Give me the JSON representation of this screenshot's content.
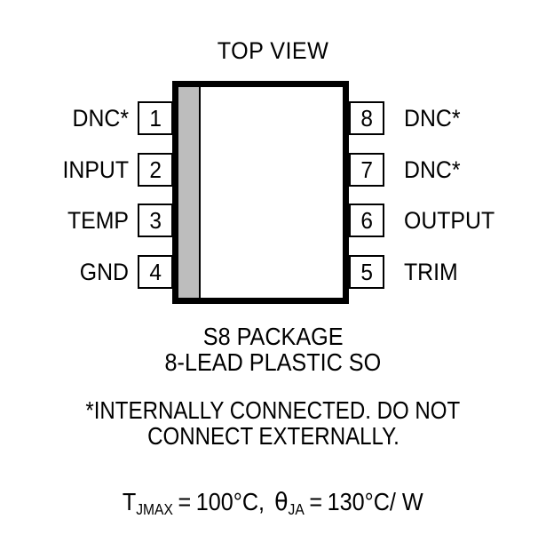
{
  "diagram": {
    "title": "TOP VIEW",
    "package_name": "S8 PACKAGE",
    "package_description": "8-LEAD PLASTIC SO",
    "footnote_line_1": "*INTERNALLY CONNECTED. DO NOT",
    "footnote_line_2": "CONNECT EXTERNALLY.",
    "body_fill": "#FFFFFF",
    "body_outline": "#000000",
    "pin1_band_color": "#BDBDBD"
  },
  "pins": {
    "left": [
      {
        "number": "1",
        "label": "DNC*"
      },
      {
        "number": "2",
        "label": "INPUT"
      },
      {
        "number": "3",
        "label": "TEMP"
      },
      {
        "number": "4",
        "label": "GND"
      }
    ],
    "right": [
      {
        "number": "8",
        "label": "DNC*"
      },
      {
        "number": "7",
        "label": "DNC*"
      },
      {
        "number": "6",
        "label": "OUTPUT"
      },
      {
        "number": "5",
        "label": "TRIM"
      }
    ]
  },
  "thermal": {
    "tjmax_symbol": "T",
    "tjmax_subscript": "JMAX",
    "tjmax_equals": "=",
    "tjmax_value": "100°C,",
    "theta_symbol": "θ",
    "theta_subscript": "JA",
    "theta_equals": "=",
    "theta_value": "130°C/ W"
  }
}
